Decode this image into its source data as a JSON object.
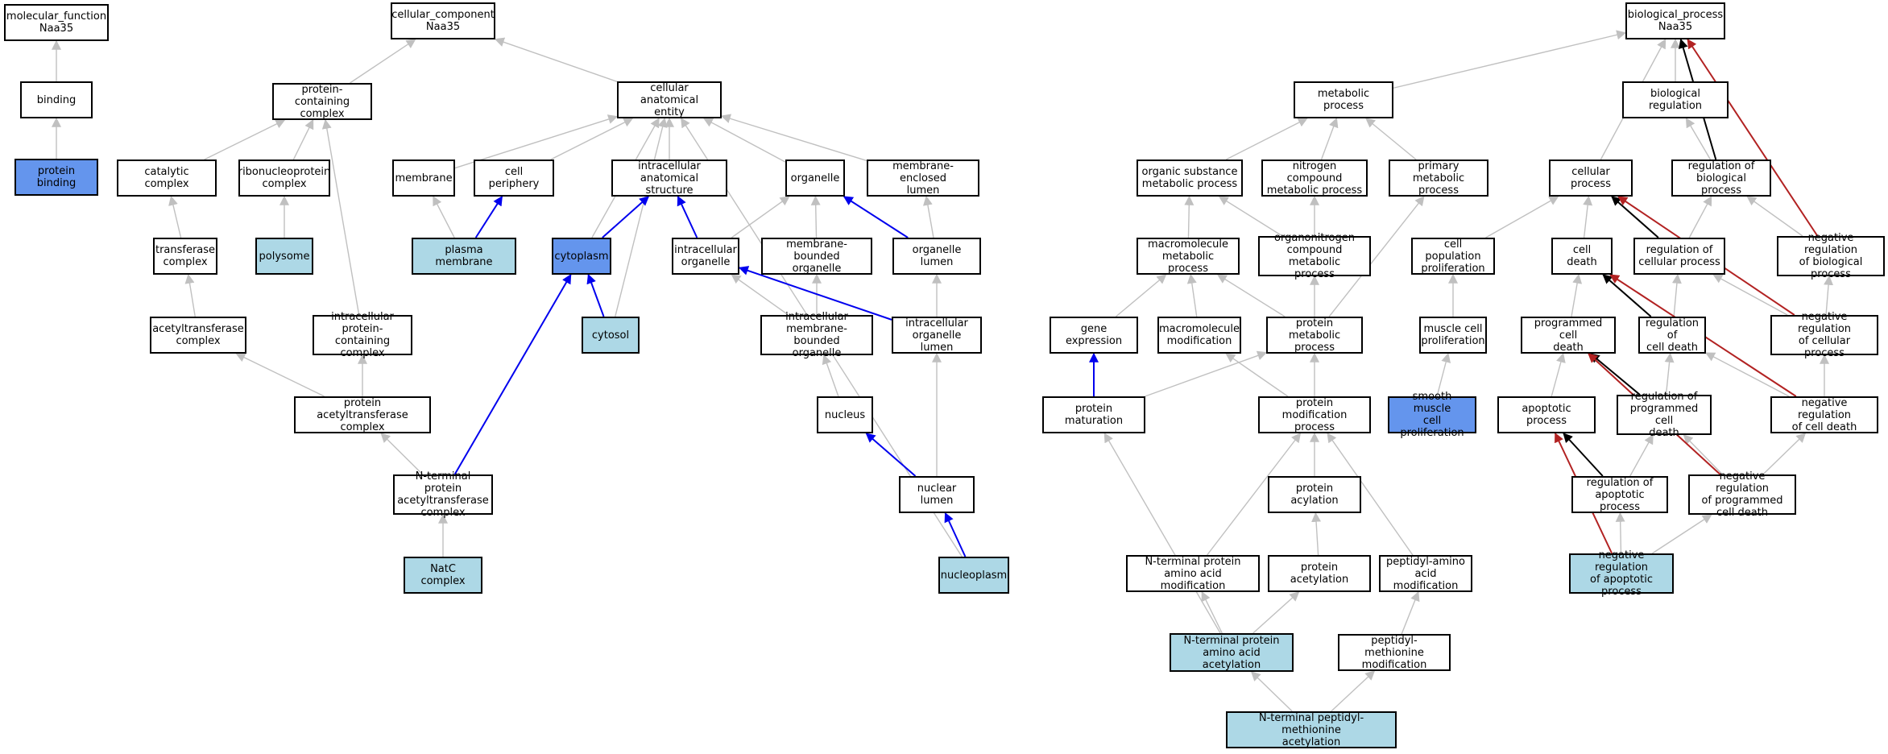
{
  "colors": {
    "edge_gray": "#c0c0c0",
    "edge_blue": "#0000ee",
    "edge_red": "#b22222",
    "edge_black": "#000000",
    "fill_light": "#add8e6",
    "fill_mid": "#6495ed",
    "fill_none": "#ffffff"
  },
  "nodes": {
    "mf_root": {
      "label": "molecular_function\nNaa35",
      "fill": "none"
    },
    "binding": {
      "label": "binding",
      "fill": "none"
    },
    "protein_binding": {
      "label": "protein binding",
      "fill": "mid"
    },
    "cc_root": {
      "label": "cellular_component\nNaa35",
      "fill": "none"
    },
    "protein_containing_complex": {
      "label": "protein-containing\ncomplex",
      "fill": "none"
    },
    "cellular_anatomical_entity": {
      "label": "cellular anatomical\nentity",
      "fill": "none"
    },
    "catalytic_complex": {
      "label": "catalytic complex",
      "fill": "none"
    },
    "ribonucleoprotein_complex": {
      "label": "ribonucleoprotein\ncomplex",
      "fill": "none"
    },
    "membrane": {
      "label": "membrane",
      "fill": "none"
    },
    "cell_periphery": {
      "label": "cell periphery",
      "fill": "none"
    },
    "intracellular_anatomical_structure": {
      "label": "intracellular\nanatomical structure",
      "fill": "none"
    },
    "organelle": {
      "label": "organelle",
      "fill": "none"
    },
    "membrane_enclosed_lumen": {
      "label": "membrane-enclosed\nlumen",
      "fill": "none"
    },
    "transferase_complex": {
      "label": "transferase\ncomplex",
      "fill": "none"
    },
    "polysome": {
      "label": "polysome",
      "fill": "light"
    },
    "plasma_membrane": {
      "label": "plasma membrane",
      "fill": "light"
    },
    "cytoplasm": {
      "label": "cytoplasm",
      "fill": "mid"
    },
    "intracellular_organelle": {
      "label": "intracellular\norganelle",
      "fill": "none"
    },
    "membrane_bounded_organelle": {
      "label": "membrane-bounded\norganelle",
      "fill": "none"
    },
    "organelle_lumen": {
      "label": "organelle lumen",
      "fill": "none"
    },
    "acetyltransferase_complex": {
      "label": "acetyltransferase\ncomplex",
      "fill": "none"
    },
    "intracellular_protein_containing_complex": {
      "label": "intracellular\nprotein-containing\ncomplex",
      "fill": "none"
    },
    "cytosol": {
      "label": "cytosol",
      "fill": "light"
    },
    "intracellular_membrane_bounded_organelle": {
      "label": "intracellular\nmembrane-bounded\norganelle",
      "fill": "none"
    },
    "intracellular_organelle_lumen": {
      "label": "intracellular\norganelle lumen",
      "fill": "none"
    },
    "protein_acetyltransferase_complex": {
      "label": "protein acetyltransferase\ncomplex",
      "fill": "none"
    },
    "nucleus": {
      "label": "nucleus",
      "fill": "none"
    },
    "n_terminal_protein_acetyltransferase_complex": {
      "label": "N-terminal protein\nacetyltransferase\ncomplex",
      "fill": "none"
    },
    "nuclear_lumen": {
      "label": "nuclear lumen",
      "fill": "none"
    },
    "natc_complex": {
      "label": "NatC complex",
      "fill": "light"
    },
    "nucleoplasm": {
      "label": "nucleoplasm",
      "fill": "light"
    },
    "bp_root": {
      "label": "biological_process\nNaa35",
      "fill": "none"
    },
    "metabolic_process": {
      "label": "metabolic process",
      "fill": "none"
    },
    "biological_regulation": {
      "label": "biological regulation",
      "fill": "none"
    },
    "organic_substance_metabolic_process": {
      "label": "organic substance\nmetabolic process",
      "fill": "none"
    },
    "nitrogen_compound_metabolic_process": {
      "label": "nitrogen compound\nmetabolic process",
      "fill": "none"
    },
    "primary_metabolic_process": {
      "label": "primary metabolic\nprocess",
      "fill": "none"
    },
    "cellular_process": {
      "label": "cellular process",
      "fill": "none"
    },
    "regulation_of_biological_process": {
      "label": "regulation of\nbiological process",
      "fill": "none"
    },
    "macromolecule_metabolic_process": {
      "label": "macromolecule\nmetabolic process",
      "fill": "none"
    },
    "organonitrogen_compound_metabolic_process": {
      "label": "organonitrogen\ncompound metabolic\nprocess",
      "fill": "none"
    },
    "cell_population_proliferation": {
      "label": "cell population\nproliferation",
      "fill": "none"
    },
    "cell_death": {
      "label": "cell death",
      "fill": "none"
    },
    "regulation_of_cellular_process": {
      "label": "regulation of\ncellular process",
      "fill": "none"
    },
    "negative_regulation_of_biological_process": {
      "label": "negative regulation\nof biological\nprocess",
      "fill": "none"
    },
    "gene_expression": {
      "label": "gene expression",
      "fill": "none"
    },
    "macromolecule_modification": {
      "label": "macromolecule\nmodification",
      "fill": "none"
    },
    "protein_metabolic_process": {
      "label": "protein metabolic\nprocess",
      "fill": "none"
    },
    "muscle_cell_proliferation": {
      "label": "muscle cell\nproliferation",
      "fill": "none"
    },
    "programmed_cell_death": {
      "label": "programmed cell\ndeath",
      "fill": "none"
    },
    "regulation_of_cell_death": {
      "label": "regulation of\ncell death",
      "fill": "none"
    },
    "negative_regulation_of_cellular_process": {
      "label": "negative regulation\nof cellular\nprocess",
      "fill": "none"
    },
    "protein_maturation": {
      "label": "protein maturation",
      "fill": "none"
    },
    "protein_modification_process": {
      "label": "protein modification\nprocess",
      "fill": "none"
    },
    "smooth_muscle_cell_proliferation": {
      "label": "smooth muscle\ncell proliferation",
      "fill": "mid"
    },
    "apoptotic_process": {
      "label": "apoptotic process",
      "fill": "none"
    },
    "regulation_of_programmed_cell_death": {
      "label": "regulation of\nprogrammed cell\ndeath",
      "fill": "none"
    },
    "negative_regulation_of_cell_death": {
      "label": "negative regulation\nof cell death",
      "fill": "none"
    },
    "protein_acylation": {
      "label": "protein acylation",
      "fill": "none"
    },
    "regulation_of_apoptotic_process": {
      "label": "regulation of\napoptotic process",
      "fill": "none"
    },
    "negative_regulation_of_programmed_cell_death": {
      "label": "negative regulation\nof programmed\ncell death",
      "fill": "none"
    },
    "n_terminal_protein_amino_acid_modification": {
      "label": "N-terminal protein\namino acid modification",
      "fill": "none"
    },
    "protein_acetylation": {
      "label": "protein acetylation",
      "fill": "none"
    },
    "peptidyl_amino_acid_modification": {
      "label": "peptidyl-amino\nacid modification",
      "fill": "none"
    },
    "negative_regulation_of_apoptotic_process": {
      "label": "negative regulation\nof apoptotic\nprocess",
      "fill": "light"
    },
    "n_terminal_protein_amino_acid_acetylation": {
      "label": "N-terminal protein\namino acid acetylation",
      "fill": "light"
    },
    "peptidyl_methionine_modification": {
      "label": "peptidyl-methionine\nmodification",
      "fill": "none"
    },
    "n_terminal_peptidyl_methionine_acetylation": {
      "label": "N-terminal peptidyl-methionine\nacetylation",
      "fill": "light"
    }
  },
  "edges": [
    [
      "binding",
      "mf_root",
      "gray"
    ],
    [
      "protein_binding",
      "binding",
      "gray"
    ],
    [
      "protein_containing_complex",
      "cc_root",
      "gray"
    ],
    [
      "cellular_anatomical_entity",
      "cc_root",
      "gray"
    ],
    [
      "catalytic_complex",
      "protein_containing_complex",
      "gray"
    ],
    [
      "ribonucleoprotein_complex",
      "protein_containing_complex",
      "gray"
    ],
    [
      "intracellular_protein_containing_complex",
      "protein_containing_complex",
      "gray"
    ],
    [
      "membrane",
      "cellular_anatomical_entity",
      "gray"
    ],
    [
      "cell_periphery",
      "cellular_anatomical_entity",
      "gray"
    ],
    [
      "intracellular_anatomical_structure",
      "cellular_anatomical_entity",
      "gray"
    ],
    [
      "organelle",
      "cellular_anatomical_entity",
      "gray"
    ],
    [
      "membrane_enclosed_lumen",
      "cellular_anatomical_entity",
      "gray"
    ],
    [
      "cytoplasm",
      "cellular_anatomical_entity",
      "gray"
    ],
    [
      "cytosol",
      "cellular_anatomical_entity",
      "gray"
    ],
    [
      "nucleoplasm",
      "cellular_anatomical_entity",
      "gray"
    ],
    [
      "transferase_complex",
      "catalytic_complex",
      "gray"
    ],
    [
      "polysome",
      "ribonucleoprotein_complex",
      "gray"
    ],
    [
      "plasma_membrane",
      "membrane",
      "gray"
    ],
    [
      "plasma_membrane",
      "cell_periphery",
      "blue"
    ],
    [
      "cytoplasm",
      "intracellular_anatomical_structure",
      "blue"
    ],
    [
      "intracellular_organelle",
      "intracellular_anatomical_structure",
      "blue"
    ],
    [
      "intracellular_organelle",
      "organelle",
      "gray"
    ],
    [
      "membrane_bounded_organelle",
      "organelle",
      "gray"
    ],
    [
      "organelle_lumen",
      "organelle",
      "blue"
    ],
    [
      "organelle_lumen",
      "membrane_enclosed_lumen",
      "gray"
    ],
    [
      "acetyltransferase_complex",
      "transferase_complex",
      "gray"
    ],
    [
      "cytosol",
      "cytoplasm",
      "blue"
    ],
    [
      "intracellular_membrane_bounded_organelle",
      "intracellular_organelle",
      "gray"
    ],
    [
      "intracellular_membrane_bounded_organelle",
      "membrane_bounded_organelle",
      "gray"
    ],
    [
      "intracellular_organelle_lumen",
      "organelle_lumen",
      "gray"
    ],
    [
      "intracellular_organelle_lumen",
      "intracellular_organelle",
      "blue"
    ],
    [
      "protein_acetyltransferase_complex",
      "acetyltransferase_complex",
      "gray"
    ],
    [
      "protein_acetyltransferase_complex",
      "intracellular_protein_containing_complex",
      "gray"
    ],
    [
      "nucleus",
      "intracellular_membrane_bounded_organelle",
      "gray"
    ],
    [
      "n_terminal_protein_acetyltransferase_complex",
      "protein_acetyltransferase_complex",
      "gray"
    ],
    [
      "n_terminal_protein_acetyltransferase_complex",
      "cytoplasm",
      "blue"
    ],
    [
      "nuclear_lumen",
      "intracellular_organelle_lumen",
      "gray"
    ],
    [
      "nuclear_lumen",
      "nucleus",
      "blue"
    ],
    [
      "natc_complex",
      "n_terminal_protein_acetyltransferase_complex",
      "gray"
    ],
    [
      "nucleoplasm",
      "nuclear_lumen",
      "blue"
    ],
    [
      "metabolic_process",
      "bp_root",
      "gray"
    ],
    [
      "biological_regulation",
      "bp_root",
      "gray"
    ],
    [
      "cellular_process",
      "bp_root",
      "gray"
    ],
    [
      "regulation_of_biological_process",
      "bp_root",
      "black"
    ],
    [
      "negative_regulation_of_biological_process",
      "bp_root",
      "red"
    ],
    [
      "organic_substance_metabolic_process",
      "metabolic_process",
      "gray"
    ],
    [
      "nitrogen_compound_metabolic_process",
      "metabolic_process",
      "gray"
    ],
    [
      "primary_metabolic_process",
      "metabolic_process",
      "gray"
    ],
    [
      "regulation_of_biological_process",
      "biological_regulation",
      "gray"
    ],
    [
      "macromolecule_metabolic_process",
      "organic_substance_metabolic_process",
      "gray"
    ],
    [
      "organonitrogen_compound_metabolic_process",
      "organic_substance_metabolic_process",
      "gray"
    ],
    [
      "organonitrogen_compound_metabolic_process",
      "nitrogen_compound_metabolic_process",
      "gray"
    ],
    [
      "cell_population_proliferation",
      "cellular_process",
      "gray"
    ],
    [
      "cell_death",
      "cellular_process",
      "gray"
    ],
    [
      "regulation_of_cellular_process",
      "cellular_process",
      "black"
    ],
    [
      "regulation_of_cellular_process",
      "regulation_of_biological_process",
      "gray"
    ],
    [
      "negative_regulation_of_biological_process",
      "regulation_of_biological_process",
      "gray"
    ],
    [
      "gene_expression",
      "macromolecule_metabolic_process",
      "gray"
    ],
    [
      "macromolecule_modification",
      "macromolecule_metabolic_process",
      "gray"
    ],
    [
      "protein_metabolic_process",
      "macromolecule_metabolic_process",
      "gray"
    ],
    [
      "protein_metabolic_process",
      "organonitrogen_compound_metabolic_process",
      "gray"
    ],
    [
      "protein_metabolic_process",
      "primary_metabolic_process",
      "gray"
    ],
    [
      "muscle_cell_proliferation",
      "cell_population_proliferation",
      "gray"
    ],
    [
      "programmed_cell_death",
      "cell_death",
      "gray"
    ],
    [
      "regulation_of_cell_death",
      "cell_death",
      "black"
    ],
    [
      "regulation_of_cell_death",
      "regulation_of_cellular_process",
      "gray"
    ],
    [
      "negative_regulation_of_cellular_process",
      "regulation_of_cellular_process",
      "gray"
    ],
    [
      "negative_regulation_of_cellular_process",
      "negative_regulation_of_biological_process",
      "gray"
    ],
    [
      "negative_regulation_of_cellular_process",
      "cellular_process",
      "red"
    ],
    [
      "protein_maturation",
      "gene_expression",
      "blue"
    ],
    [
      "protein_maturation",
      "protein_metabolic_process",
      "gray"
    ],
    [
      "protein_modification_process",
      "macromolecule_modification",
      "gray"
    ],
    [
      "protein_modification_process",
      "protein_metabolic_process",
      "gray"
    ],
    [
      "smooth_muscle_cell_proliferation",
      "muscle_cell_proliferation",
      "gray"
    ],
    [
      "apoptotic_process",
      "programmed_cell_death",
      "gray"
    ],
    [
      "regulation_of_programmed_cell_death",
      "programmed_cell_death",
      "black"
    ],
    [
      "regulation_of_programmed_cell_death",
      "regulation_of_cell_death",
      "gray"
    ],
    [
      "negative_regulation_of_cell_death",
      "regulation_of_cell_death",
      "gray"
    ],
    [
      "negative_regulation_of_cell_death",
      "negative_regulation_of_cellular_process",
      "gray"
    ],
    [
      "negative_regulation_of_cell_death",
      "cell_death",
      "red"
    ],
    [
      "protein_acylation",
      "protein_modification_process",
      "gray"
    ],
    [
      "regulation_of_apoptotic_process",
      "apoptotic_process",
      "black"
    ],
    [
      "regulation_of_apoptotic_process",
      "regulation_of_programmed_cell_death",
      "gray"
    ],
    [
      "negative_regulation_of_programmed_cell_death",
      "regulation_of_programmed_cell_death",
      "gray"
    ],
    [
      "negative_regulation_of_programmed_cell_death",
      "negative_regulation_of_cell_death",
      "gray"
    ],
    [
      "negative_regulation_of_programmed_cell_death",
      "programmed_cell_death",
      "red"
    ],
    [
      "n_terminal_protein_amino_acid_modification",
      "protein_modification_process",
      "gray"
    ],
    [
      "protein_acetylation",
      "protein_acylation",
      "gray"
    ],
    [
      "peptidyl_amino_acid_modification",
      "protein_modification_process",
      "gray"
    ],
    [
      "negative_regulation_of_apoptotic_process",
      "regulation_of_apoptotic_process",
      "gray"
    ],
    [
      "negative_regulation_of_apoptotic_process",
      "negative_regulation_of_programmed_cell_death",
      "gray"
    ],
    [
      "negative_regulation_of_apoptotic_process",
      "apoptotic_process",
      "red"
    ],
    [
      "n_terminal_protein_amino_acid_acetylation",
      "n_terminal_protein_amino_acid_modification",
      "gray"
    ],
    [
      "n_terminal_protein_amino_acid_acetylation",
      "protein_acetylation",
      "gray"
    ],
    [
      "n_terminal_protein_amino_acid_acetylation",
      "protein_maturation",
      "gray"
    ],
    [
      "peptidyl_methionine_modification",
      "peptidyl_amino_acid_modification",
      "gray"
    ],
    [
      "n_terminal_peptidyl_methionine_acetylation",
      "n_terminal_protein_amino_acid_acetylation",
      "gray"
    ],
    [
      "n_terminal_peptidyl_methionine_acetylation",
      "peptidyl_methionine_modification",
      "gray"
    ]
  ]
}
